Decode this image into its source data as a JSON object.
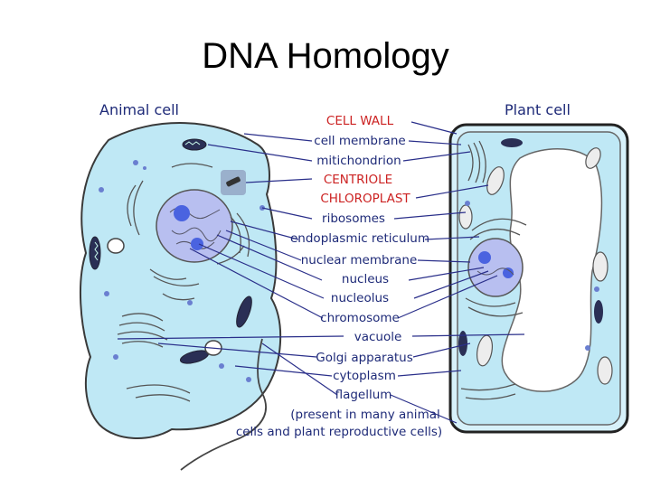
{
  "slide": {
    "title": "DNA Homology"
  },
  "headings": {
    "animal": "Animal cell",
    "plant": "Plant cell"
  },
  "labels": [
    {
      "id": "cell-wall",
      "text": "CELL WALL",
      "highlight": true
    },
    {
      "id": "cell-membrane",
      "text": "cell membrane",
      "highlight": false
    },
    {
      "id": "mitichondrion",
      "text": "mitichondrion",
      "highlight": false
    },
    {
      "id": "centriole",
      "text": "CENTRIOLE",
      "highlight": true
    },
    {
      "id": "chloroplast",
      "text": "CHLOROPLAST",
      "highlight": true
    },
    {
      "id": "ribosomes",
      "text": "ribosomes",
      "highlight": false
    },
    {
      "id": "endoplasmic-reticulum",
      "text": "endoplasmic reticulum",
      "highlight": false
    },
    {
      "id": "nuclear-membrane",
      "text": "nuclear membrane",
      "highlight": false
    },
    {
      "id": "nucleus",
      "text": "nucleus",
      "highlight": false
    },
    {
      "id": "nucleolus",
      "text": "nucleolus",
      "highlight": false
    },
    {
      "id": "chromosome",
      "text": "chromosome",
      "highlight": false
    },
    {
      "id": "vacuole",
      "text": "vacuole",
      "highlight": false
    },
    {
      "id": "golgi-apparatus",
      "text": "Golgi apparatus",
      "highlight": false
    },
    {
      "id": "cytoplasm",
      "text": "cytoplasm",
      "highlight": false
    },
    {
      "id": "flagellum",
      "text": "flagellum",
      "highlight": false
    }
  ],
  "note": {
    "line1": "(present in many animal",
    "line2": "cells and plant reproductive cells)"
  },
  "colors": {
    "cytoplasm": "#bfe8f5",
    "outline": "#3a3a3a",
    "nucleus": "#b8bff0",
    "label": "#1e2a78",
    "highlight": "#cc2222",
    "leader": "#2a2f8a"
  }
}
